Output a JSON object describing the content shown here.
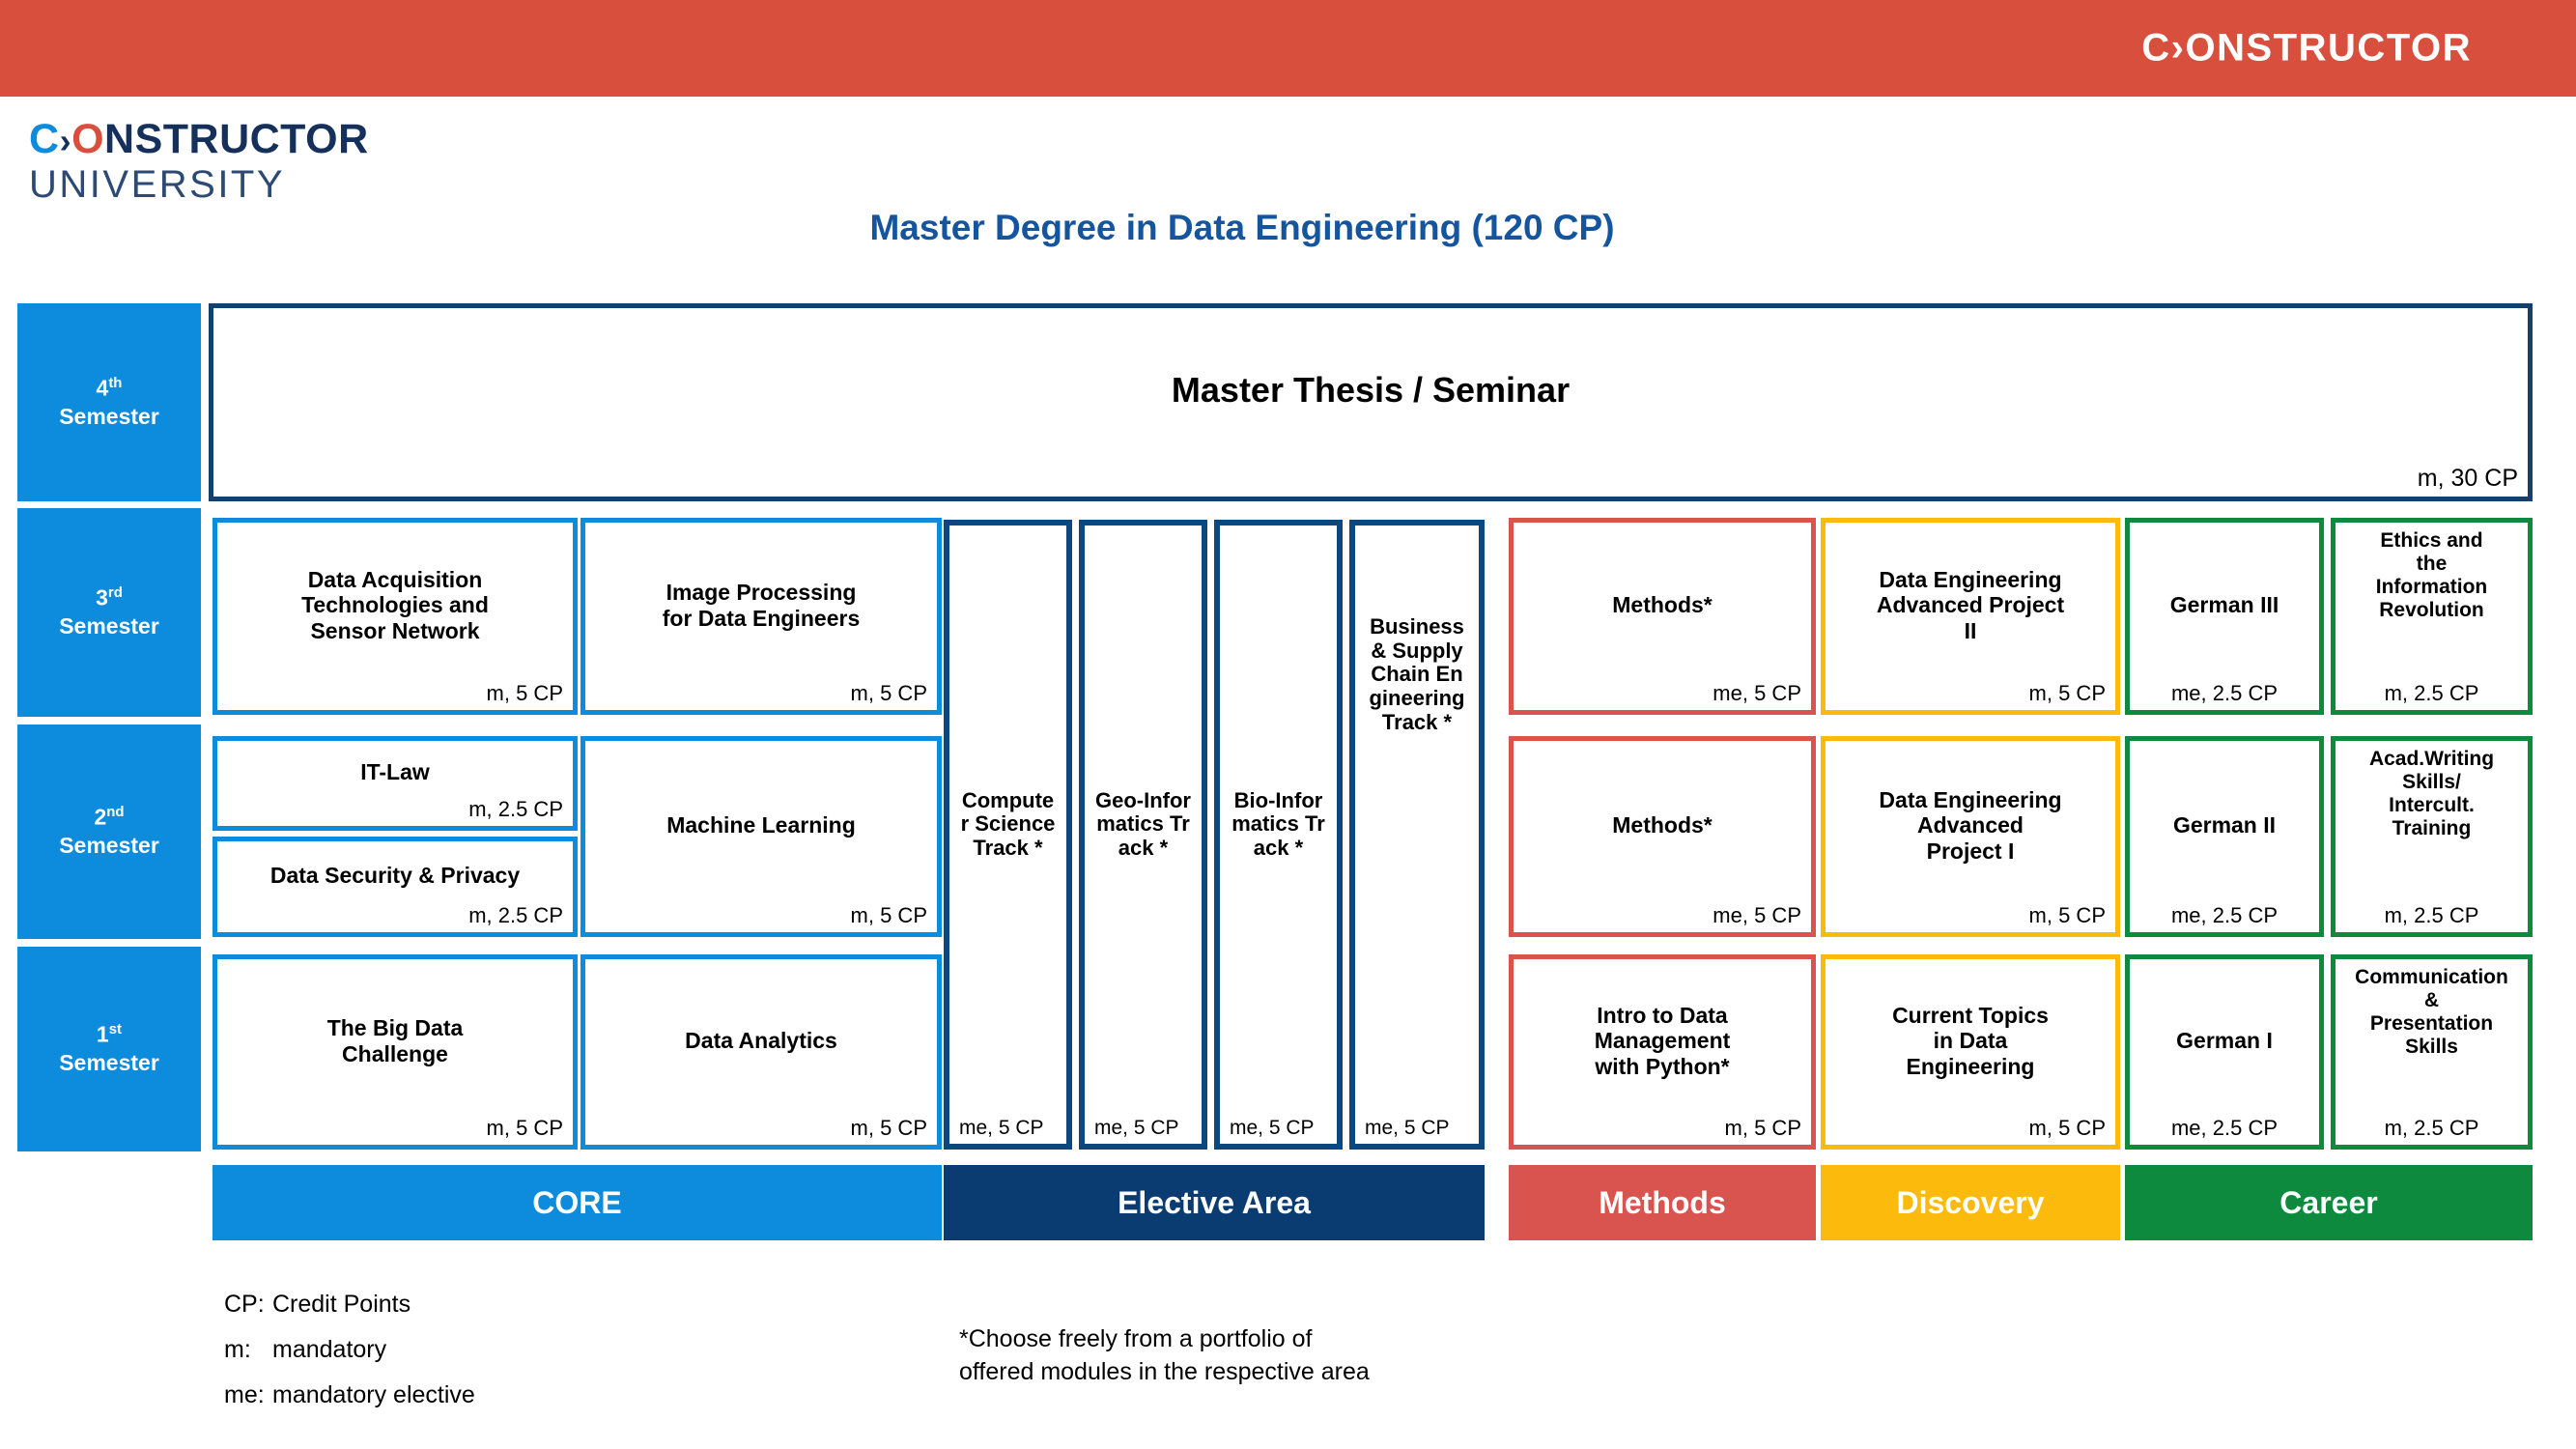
{
  "header": {
    "logo_text": "C›ONSTRUCTOR"
  },
  "brand": {
    "c": "C",
    "arrow": "›",
    "o": "O",
    "rest": "NSTRUCTOR",
    "line2": "UNIVERSITY"
  },
  "page_title": "Master Degree in Data Engineering (120 CP)",
  "semesters": [
    {
      "ordinal": "4",
      "suffix": "th",
      "label": "Semester"
    },
    {
      "ordinal": "3",
      "suffix": "rd",
      "label": "Semester"
    },
    {
      "ordinal": "2",
      "suffix": "nd",
      "label": "Semester"
    },
    {
      "ordinal": "1",
      "suffix": "st",
      "label": "Semester"
    }
  ],
  "thesis": {
    "title": "Master Thesis / Seminar",
    "cp": "m, 30 CP"
  },
  "core": {
    "sem3": [
      {
        "title": "Data Acquisition\nTechnologies and\nSensor Network",
        "cp": "m, 5 CP"
      },
      {
        "title": "Image Processing\nfor Data Engineers",
        "cp": "m, 5 CP"
      }
    ],
    "sem2": [
      {
        "title": "IT-Law",
        "cp": "m, 2.5 CP"
      },
      {
        "title": "Data Security & Privacy",
        "cp": "m, 2.5 CP"
      },
      {
        "title": "Machine Learning",
        "cp": "m, 5 CP"
      }
    ],
    "sem1": [
      {
        "title": "The Big Data\nChallenge",
        "cp": "m, 5 CP"
      },
      {
        "title": "Data Analytics",
        "cp": "m, 5 CP"
      }
    ]
  },
  "elective_tracks": [
    {
      "title": "Computer Science Track *",
      "cp": "me, 5 CP"
    },
    {
      "title": "Geo-Informatics Track *",
      "cp": "me, 5 CP"
    },
    {
      "title": "Bio-Informatics Track *",
      "cp": "me, 5 CP"
    },
    {
      "title": "Business & Supply Chain Engineering Track *",
      "cp": "me, 5 CP"
    }
  ],
  "methods": [
    {
      "title": "Methods*",
      "cp": "me, 5 CP"
    },
    {
      "title": "Methods*",
      "cp": "me, 5 CP"
    },
    {
      "title": "Intro to Data\nManagement\nwith Python*",
      "cp": "m, 5 CP"
    }
  ],
  "discovery": [
    {
      "title": "Data Engineering\nAdvanced Project\nII",
      "cp": "m, 5 CP"
    },
    {
      "title": "Data Engineering\nAdvanced\nProject  I",
      "cp": "m, 5 CP"
    },
    {
      "title": "Current Topics\nin Data\nEngineering",
      "cp": "m, 5 CP"
    }
  ],
  "career_german": [
    {
      "title": "German III",
      "cp": "me, 2.5 CP"
    },
    {
      "title": "German II",
      "cp": "me, 2.5 CP"
    },
    {
      "title": "German I",
      "cp": "me, 2.5 CP"
    }
  ],
  "career_skills": [
    {
      "title": "Ethics and\nthe\nInformation\nRevolution",
      "cp": "m, 2.5 CP"
    },
    {
      "title": "Acad.Writing\nSkills/\nIntercult.\nTraining",
      "cp": "m, 2.5 CP"
    },
    {
      "title": "Communication &\nPresentation\nSkills",
      "cp": "m, 2.5 CP"
    }
  ],
  "category_bars": [
    {
      "label": "CORE"
    },
    {
      "label": "Elective Area"
    },
    {
      "label": "Methods"
    },
    {
      "label": "Discovery"
    },
    {
      "label": "Career"
    }
  ],
  "legend": {
    "cp_key": "CP:",
    "cp_val": "Credit Points",
    "m_key": "m:",
    "m_val": "mandatory",
    "me_key": "me:",
    "me_val": "mandatory elective",
    "note_line1": "*Choose freely from a portfolio of",
    "note_line2": "offered modules in the respective area"
  },
  "colors": {
    "header_red": "#d94f3d",
    "core_blue": "#0d8bdc",
    "elective_navy": "#0a3c72",
    "methods_red": "#d9534f",
    "discovery_yellow": "#fcba0c",
    "career_green": "#0d8a3e",
    "title_blue": "#15559e"
  }
}
